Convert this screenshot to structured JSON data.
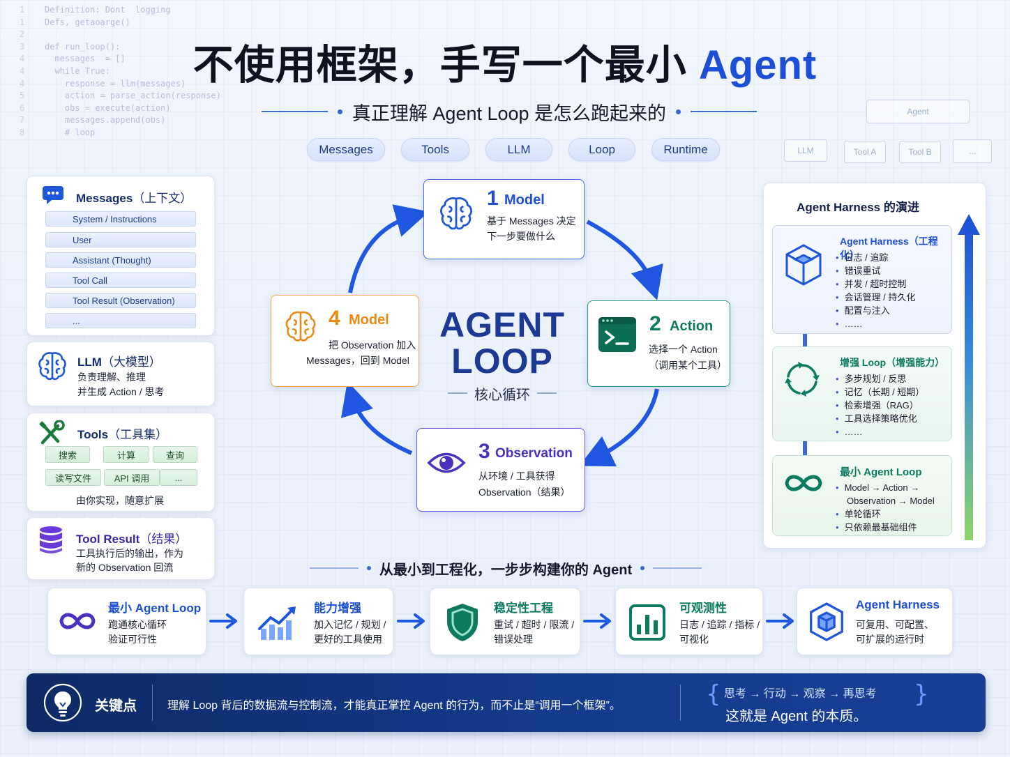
{
  "background": {
    "code_lines": [
      {
        "n": "1",
        "t": "Definition: Dont  logging"
      },
      {
        "n": "1",
        "t": "Defs, getaoarge()"
      },
      {
        "n": "2",
        "t": ""
      },
      {
        "n": "3",
        "t": "def run_loop():"
      },
      {
        "n": "4",
        "t": "  messages  = []"
      },
      {
        "n": "4",
        "t": "  while True:"
      },
      {
        "n": "4",
        "t": "    response = llm(messages)"
      },
      {
        "n": "5",
        "t": "    action = parse_action(response)"
      },
      {
        "n": "6",
        "t": "    obs = execute(action)"
      },
      {
        "n": "7",
        "t": "    messages.append(obs)"
      },
      {
        "n": "8",
        "t": "    # loop"
      }
    ],
    "ghost_top": "Agent",
    "ghost_row": [
      "LLM",
      "Tool A",
      "Tool B",
      "..."
    ]
  },
  "header": {
    "title_main": "不使用框架，手写一个最小 ",
    "title_accent": "Agent",
    "subtitle": "真正理解 Agent Loop 是怎么跑起来的",
    "chips": [
      "Messages",
      "Tools",
      "LLM",
      "Loop",
      "Runtime"
    ]
  },
  "left": {
    "messages": {
      "title": "Messages",
      "title_sub": "（上下文）",
      "items": [
        "System / Instructions",
        "User",
        "Assistant (Thought)",
        "Tool Call",
        "Tool Result (Observation)",
        "..."
      ]
    },
    "llm": {
      "title": "LLM",
      "title_sub": "（大模型）",
      "line1": "负责理解、推理",
      "line2": "并生成 Action / 思考"
    },
    "tools": {
      "title": "Tools",
      "title_sub": "（工具集）",
      "items": [
        "搜索",
        "计算",
        "查询",
        "读写文件",
        "API 调用",
        "..."
      ],
      "note": "由你实现，随意扩展"
    },
    "tool_result": {
      "title": "Tool Result",
      "title_sub": "（结果）",
      "line1": "工具执行后的输出，作为",
      "line2": "新的 Observation 回流"
    }
  },
  "loop": {
    "center_line1": "AGENT",
    "center_line2": "LOOP",
    "center_sub": "核心循环",
    "steps": [
      {
        "num": "1",
        "name": "Model",
        "line1": "基于 Messages 决定",
        "line2": "下一步要做什么"
      },
      {
        "num": "2",
        "name": "Action",
        "line1": "选择一个 Action",
        "line2": "（调用某个工具）"
      },
      {
        "num": "3",
        "name": "Observation",
        "line1": "从环境 / 工具获得",
        "line2": "Observation（结果）"
      },
      {
        "num": "4",
        "name": "Model",
        "line1": "把 Observation 加入",
        "line2": "Messages，回到 Model"
      }
    ],
    "colors": {
      "model": "#1d4fd6",
      "action": "#0b7a5e",
      "observation": "#4b2fbf",
      "model4": "#e88a14",
      "arrow": "#1f57e0"
    }
  },
  "right": {
    "title": "Agent Harness 的演进",
    "boxes": [
      {
        "title": "Agent Harness（工程化）",
        "items": [
          "日志 / 追踪",
          "错误重试",
          "并发 / 超时控制",
          "会话管理 / 持久化",
          "配置与注入",
          "……"
        ]
      },
      {
        "title": "增强 Loop（增强能力）",
        "items": [
          "多步规划 / 反思",
          "记忆（长期 / 短期）",
          "检索增强（RAG）",
          "工具选择策略优化",
          "……"
        ]
      },
      {
        "title": "最小 Agent Loop",
        "items": [
          "Model → Action →",
          "Observation → Model",
          "单轮循环",
          "只依赖最基础组件"
        ]
      }
    ]
  },
  "flow": {
    "heading": "从最小到工程化，一步步构建你的 Agent",
    "cards": [
      {
        "title": "最小 Agent Loop",
        "line1": "跑通核心循环",
        "line2": "验证可行性"
      },
      {
        "title": "能力增强",
        "line1": "加入记忆 / 规划 /",
        "line2": "更好的工具使用"
      },
      {
        "title": "稳定性工程",
        "line1": "重试 / 超时 / 限流 /",
        "line2": "错误处理"
      },
      {
        "title": "可观测性",
        "line1": "日志 / 追踪 / 指标 /",
        "line2": "可视化"
      },
      {
        "title": "Agent Harness",
        "line1": "可复用、可配置、",
        "line2": "可扩展的运行时"
      }
    ]
  },
  "footer": {
    "key_label": "关键点",
    "text": "理解 Loop 背后的数据流与控制流，才能真正掌控 Agent 的行为，而不止是“调用一个框架”。",
    "flow": "思考 → 行动 → 观察 → 再思考",
    "essence": "这就是 Agent 的本质。"
  }
}
